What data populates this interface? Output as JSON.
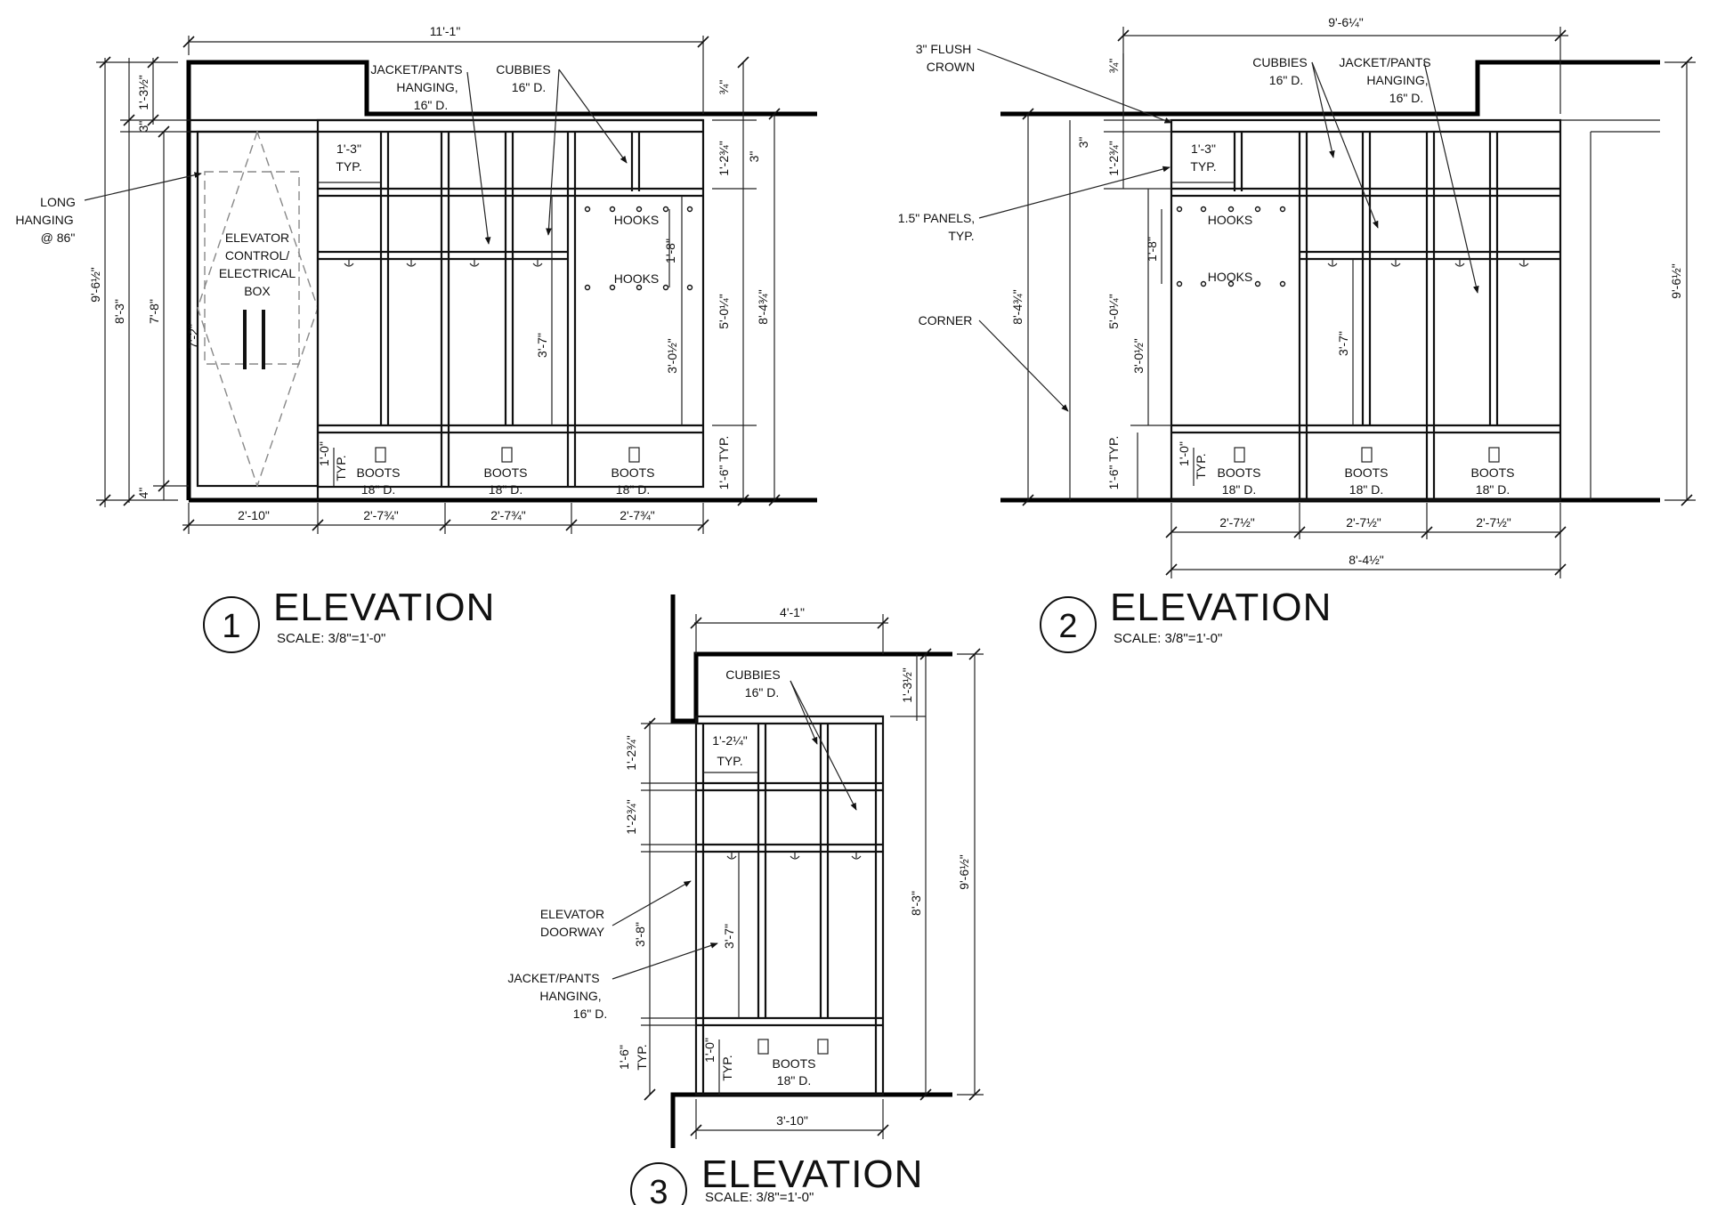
{
  "elevations": [
    {
      "number": "1",
      "title": "ELEVATION",
      "scale": "SCALE: 3/8\"=1'-0\"",
      "notes": {
        "jacket_hanging": [
          "JACKET/PANTS",
          "HANGING,",
          "16\" D."
        ],
        "cubbies": [
          "CUBBIES",
          "16\" D."
        ],
        "long_hanging": [
          "LONG",
          "HANGING",
          "@ 86\""
        ],
        "elevator_box": [
          "ELEVATOR",
          "CONTROL/",
          "ELECTRICAL",
          "BOX"
        ],
        "hooks_upper": "HOOKS",
        "hooks_lower": "HOOKS",
        "boots": [
          "BOOTS",
          "18\" D."
        ]
      },
      "dims": {
        "overall_width": "11'-1\"",
        "overall_height": "9'-6½\"",
        "upper_step": "1'-3½\"",
        "crown": "3\"",
        "cab_height": "8'-3\"",
        "door_height": "7'-8\"",
        "base": "4\"",
        "door_panel": "7'-2\"",
        "typ_1_3": "1'-3\"",
        "typ_label": "TYP.",
        "cubby_h": "1'-2¾\"",
        "right_3": "3\"",
        "right_top": "¾\"",
        "hook_1_8": "1'-8\"",
        "hang_3_7": "3'-7\"",
        "hook_3_0": "3'-0½\"",
        "right_5_0": "5'-0¼\"",
        "right_8_4": "8'-4¾\"",
        "boot_1_0": "1'-0\"",
        "boot_1_6": "1'-6\" TYP.",
        "door_width": "2'-10\"",
        "bay_width": "2'-7¾\""
      }
    },
    {
      "number": "2",
      "title": "ELEVATION",
      "scale": "SCALE: 3/8\"=1'-0\"",
      "notes": {
        "flush_crown": [
          "3\" FLUSH",
          "CROWN"
        ],
        "cubbies": [
          "CUBBIES",
          "16\" D."
        ],
        "jacket_hanging": [
          "JACKET/PANTS",
          "HANGING,",
          "16\" D."
        ],
        "panels": [
          "1.5\" PANELS,",
          "TYP."
        ],
        "corner": "CORNER",
        "hooks_upper": "HOOKS",
        "hooks_lower": "HOOKS",
        "boots": [
          "BOOTS",
          "18\" D."
        ]
      },
      "dims": {
        "overall_width": "9'-6¼\"",
        "overall_height": "9'-6½\"",
        "top_step": "¾\"",
        "crown": "3\"",
        "cubby_h": "1'-2¾\"",
        "typ_1_3": "1'-3\"",
        "typ_label": "TYP.",
        "hook_1_8": "1'-8\"",
        "left_8_4": "8'-4¾\"",
        "left_5_0": "5'-0¼\"",
        "hook_3_0": "3'-0½\"",
        "hang_3_7": "3'-7\"",
        "boot_1_6": "1'-6\" TYP.",
        "boot_1_0": "1'-0\"",
        "bay_width": "2'-7½\"",
        "total_width": "8'-4½\""
      }
    },
    {
      "number": "3",
      "title": "ELEVATION",
      "scale": "SCALE: 3/8\"=1'-0\"",
      "notes": {
        "cubbies": [
          "CUBBIES",
          "16\" D."
        ],
        "elevator_doorway": [
          "ELEVATOR",
          "DOORWAY"
        ],
        "jacket_hanging": [
          "JACKET/PANTS",
          "HANGING,",
          "16\" D."
        ],
        "boots": [
          "BOOTS",
          "18\" D."
        ]
      },
      "dims": {
        "overall_width": "4'-1\"",
        "upper_step": "1'-3½\"",
        "overall_height": "9'-6½\"",
        "cab_height": "8'-3\"",
        "cubby_h": "1'-2¾\"",
        "typ_1_2": "1'-2¼\"",
        "typ_label": "TYP.",
        "left_3_8": "3'-8\"",
        "hang_3_7": "3'-7\"",
        "boot_1_6": "1'-6\"",
        "boot_1_0": "1'-0\"",
        "bottom_width": "3'-10\""
      }
    }
  ]
}
